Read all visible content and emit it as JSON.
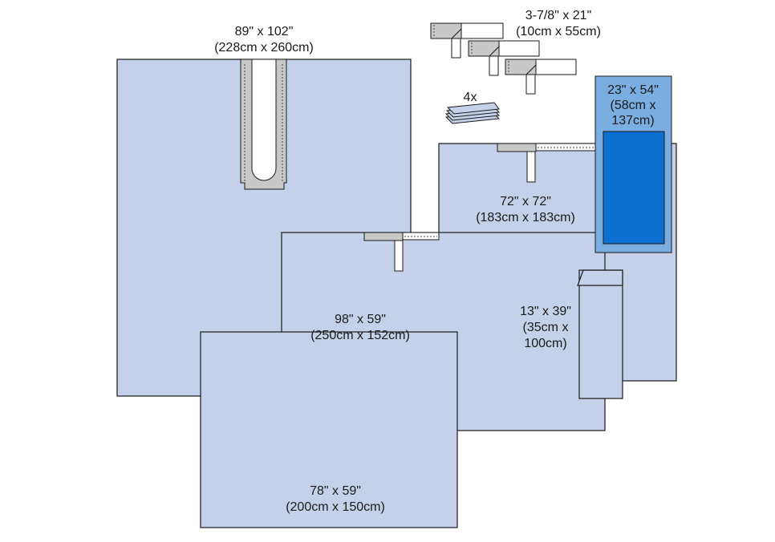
{
  "items": {
    "split_drape": {
      "dim_in": "89\" x 102\"",
      "dim_cm": "(228cm x 260cm)"
    },
    "towel_strips": {
      "dim_in": "3-7/8\" x 21\"",
      "dim_cm": "(10cm x 55cm)"
    },
    "towel_count": "4x",
    "mayo_cover": {
      "dim_line1": "23\" x 54\"",
      "dim_line2": "(58cm x",
      "dim_line3": "137cm)"
    },
    "drape_72": {
      "dim_in": "72\" x 72\"",
      "dim_cm": "(183cm x 183cm)"
    },
    "drape_98": {
      "dim_in": "98\" x 59\"",
      "dim_cm": "(250cm x 152cm)"
    },
    "pouch": {
      "dim_line1": "13\" x 39\"",
      "dim_line2": "(35cm x",
      "dim_line3": "100cm)"
    },
    "drape_78": {
      "dim_in": "78\" x 59\"",
      "dim_cm": "(200cm x 150cm)"
    }
  },
  "colors": {
    "drape_fill": "#c5d0ea",
    "mayo_outer": "#7aaee0",
    "mayo_inner": "#0d6fd1",
    "tape_gray": "#c8c8c8"
  }
}
